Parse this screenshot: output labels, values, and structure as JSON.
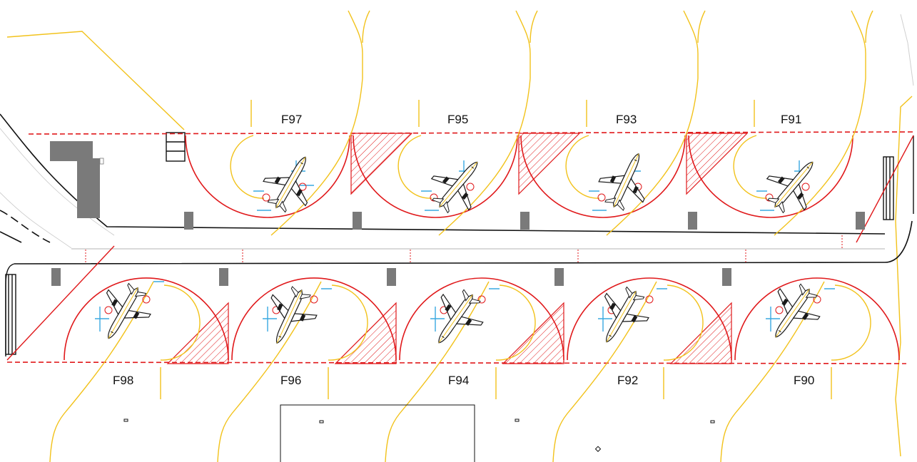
{
  "colors": {
    "guideline": "#f2c21b",
    "safety": "#e0191b",
    "equipment": "#39a9e0",
    "building": "#7a7a7a",
    "road": "#111111",
    "aircraft": "#1a1a1a"
  },
  "stands_top": [
    {
      "id": "F97",
      "label": "F97"
    },
    {
      "id": "F95",
      "label": "F95"
    },
    {
      "id": "F93",
      "label": "F93"
    },
    {
      "id": "F91",
      "label": "F91"
    }
  ],
  "stands_bottom": [
    {
      "id": "F98",
      "label": "F98"
    },
    {
      "id": "F96",
      "label": "F96"
    },
    {
      "id": "F94",
      "label": "F94"
    },
    {
      "id": "F92",
      "label": "F92"
    },
    {
      "id": "F90",
      "label": "F90"
    }
  ],
  "icons": {
    "aircraft": "aircraft-icon",
    "stop_bar": "stop-bar-icon",
    "hatched_zone": "hatched-no-parking-icon"
  }
}
